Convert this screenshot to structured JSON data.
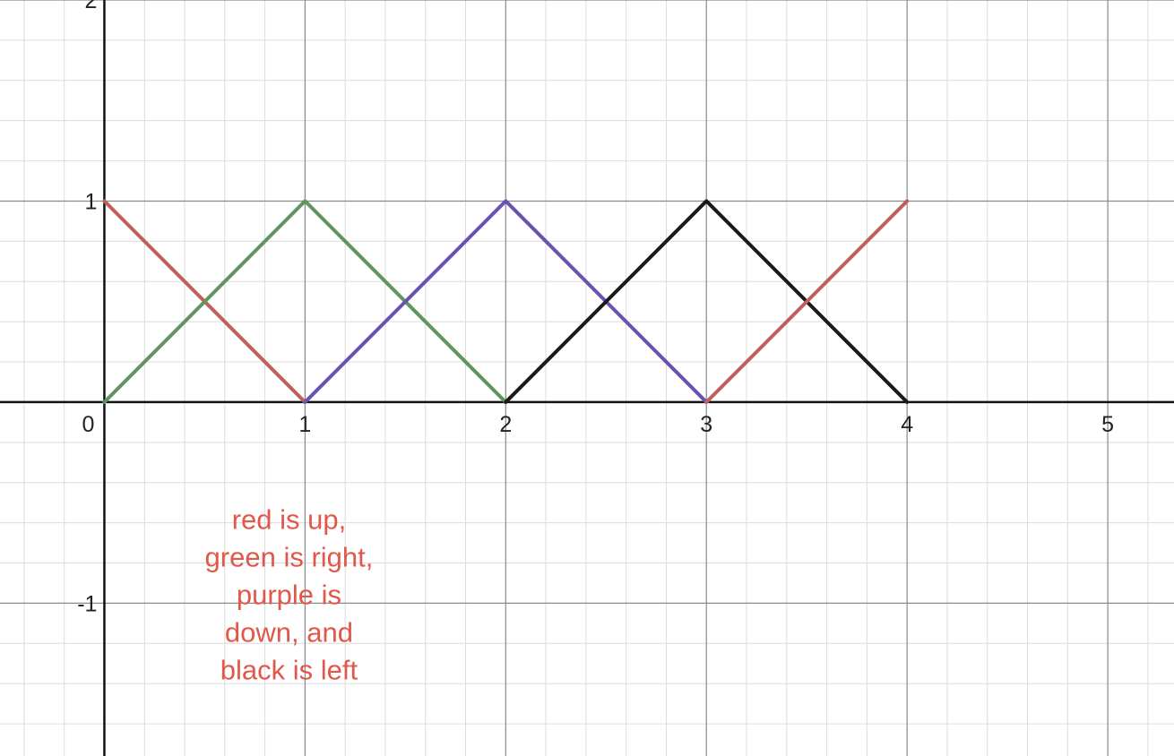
{
  "chart_data": {
    "type": "line",
    "title": "",
    "xlabel": "",
    "ylabel": "",
    "xlim": [
      -0.52,
      5.33
    ],
    "ylim": [
      -1.76,
      2.0
    ],
    "grid": true,
    "x_ticks": [
      0,
      1,
      2,
      3,
      4,
      5
    ],
    "x_tick_labels": [
      "0",
      "1",
      "2",
      "3",
      "4",
      "5"
    ],
    "y_ticks": [
      -1,
      1,
      2
    ],
    "y_tick_labels": [
      "-1",
      "1",
      "2"
    ],
    "series": [
      {
        "color": "#c0605a",
        "x": [
          0,
          1
        ],
        "y": [
          1,
          0
        ]
      },
      {
        "color": "#5f9660",
        "x": [
          0,
          1,
          2
        ],
        "y": [
          0,
          1,
          0
        ]
      },
      {
        "color": "#6a52b0",
        "x": [
          1,
          2,
          3
        ],
        "y": [
          0,
          1,
          0
        ]
      },
      {
        "color": "#1a1a1a",
        "x": [
          2,
          3,
          4
        ],
        "y": [
          0,
          1,
          0
        ]
      },
      {
        "color": "#c0605a",
        "x": [
          3,
          4
        ],
        "y": [
          0,
          1
        ]
      }
    ],
    "annotation": {
      "lines": [
        "red is up,",
        "green is right,",
        "purple is",
        "down, and",
        "black is left"
      ],
      "x": 0.92,
      "y": -0.63,
      "color": "#e0584a"
    }
  }
}
